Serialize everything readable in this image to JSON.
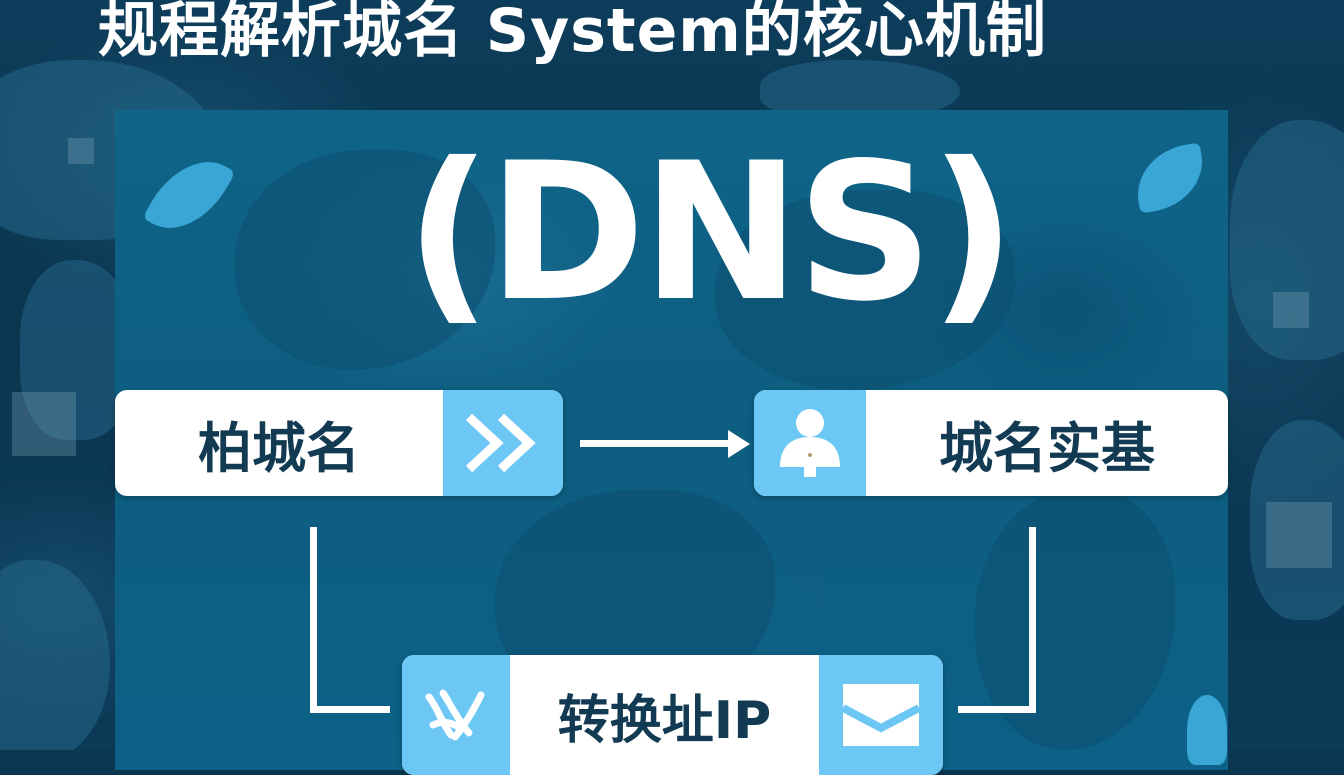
{
  "title": "规程解析城名 System的核心机制",
  "subtitle": "(DNS)",
  "nodes": [
    {
      "id": "domain-name",
      "label": "柏城名",
      "icon": "double-chevron-right-icon",
      "icon_side": "right"
    },
    {
      "id": "domain-entity",
      "label": "城名实基",
      "icon": "user-icon",
      "icon_side": "left"
    },
    {
      "id": "convert-ip",
      "label": "转换址IP",
      "icon_left": "tangle-icon",
      "icon_right": "mail-icon"
    }
  ],
  "connectors": [
    {
      "from": "domain-name",
      "to": "domain-entity",
      "type": "arrow"
    },
    {
      "from": "domain-name",
      "to": "convert-ip",
      "type": "elbow-line"
    },
    {
      "from": "domain-entity",
      "to": "convert-ip",
      "type": "elbow-line"
    }
  ],
  "colors": {
    "background": "#0b3650",
    "panel": "#0f6488",
    "icon_box": "#6cc7f4",
    "label_text": "#123a52",
    "white": "#ffffff",
    "leaf_accent": "#3aa6d6"
  }
}
